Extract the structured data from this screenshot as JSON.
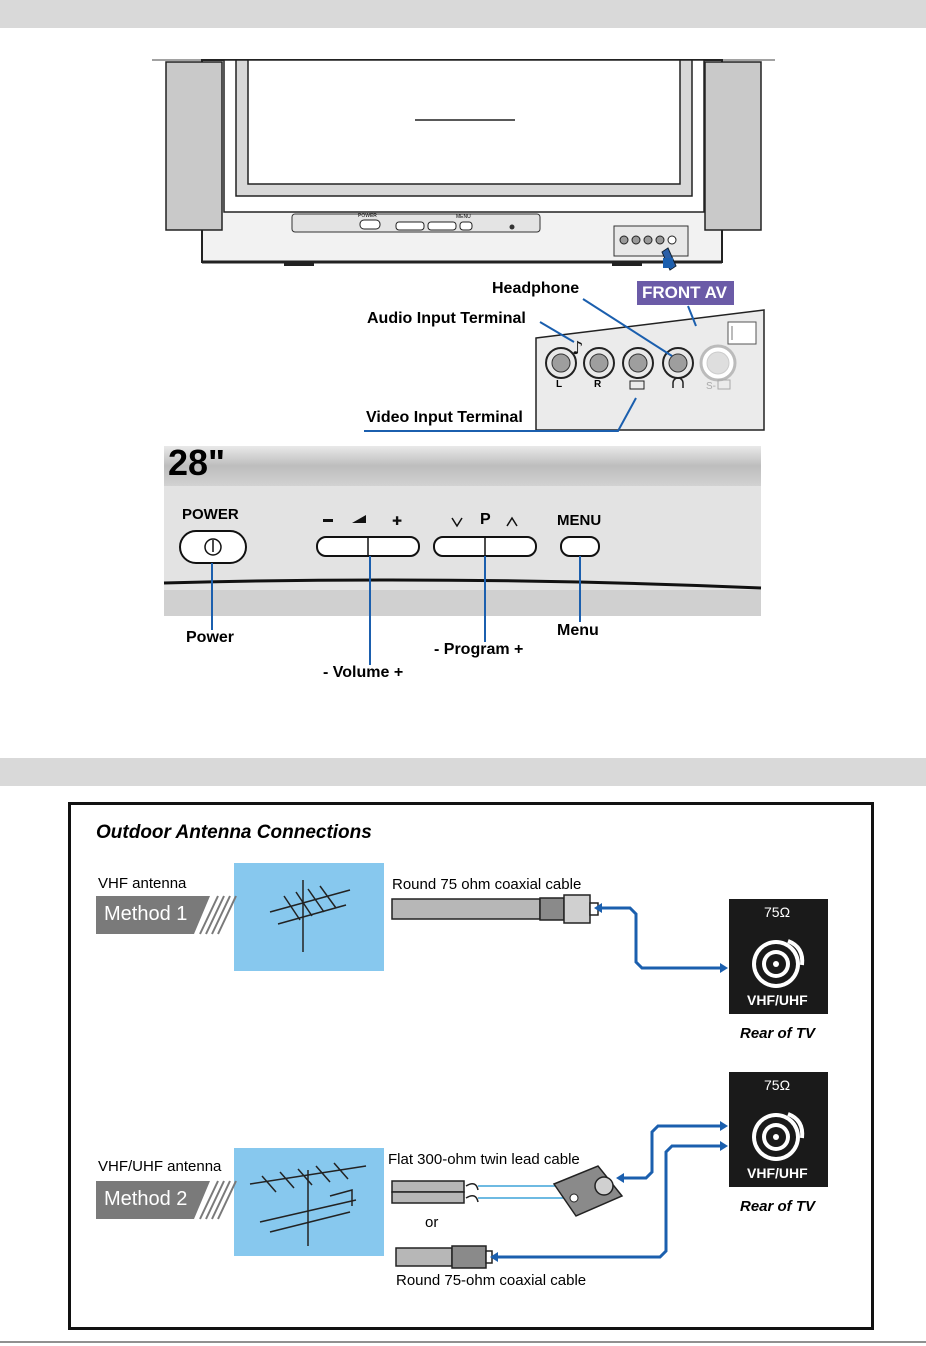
{
  "tv_panel": {
    "power_small": "POWER",
    "menu_small": "MENU",
    "front_av": "FRONT AV",
    "jack_labels": [
      "L",
      "R"
    ]
  },
  "callouts": {
    "headphone": "Headphone",
    "audio_input": "Audio Input Terminal",
    "video_input": "Video Input Terminal"
  },
  "control_panel": {
    "size": "28\"",
    "power_label": "POWER",
    "program_letter": "P",
    "menu_label": "MENU",
    "power_callout": "Power",
    "volume_callout": "- Volume +",
    "program_callout": "- Program +",
    "menu_callout": "Menu"
  },
  "antenna": {
    "title": "Outdoor Antenna Connections",
    "method1": {
      "antenna_label": "VHF antenna",
      "method_label": "Method 1",
      "cable_label": "Round 75 ohm coaxial cable"
    },
    "method2": {
      "antenna_label": "VHF/UHF antenna",
      "method_label": "Method 2",
      "twin_cable_label": "Flat 300-ohm twin lead cable",
      "or_label": "or",
      "coax_cable_label": "Round 75-ohm coaxial cable"
    },
    "terminal": {
      "ohm": "75Ω",
      "name": "VHF/UHF",
      "caption": "Rear of TV"
    }
  },
  "colors": {
    "band": "#d9d9d9",
    "front_av_bg": "#6b5ba7",
    "sky": "#87c8ee",
    "connector_arrow": "#1b5fae",
    "method_badge": "#7a7a7a",
    "terminal_bg": "#1a1a1a"
  }
}
